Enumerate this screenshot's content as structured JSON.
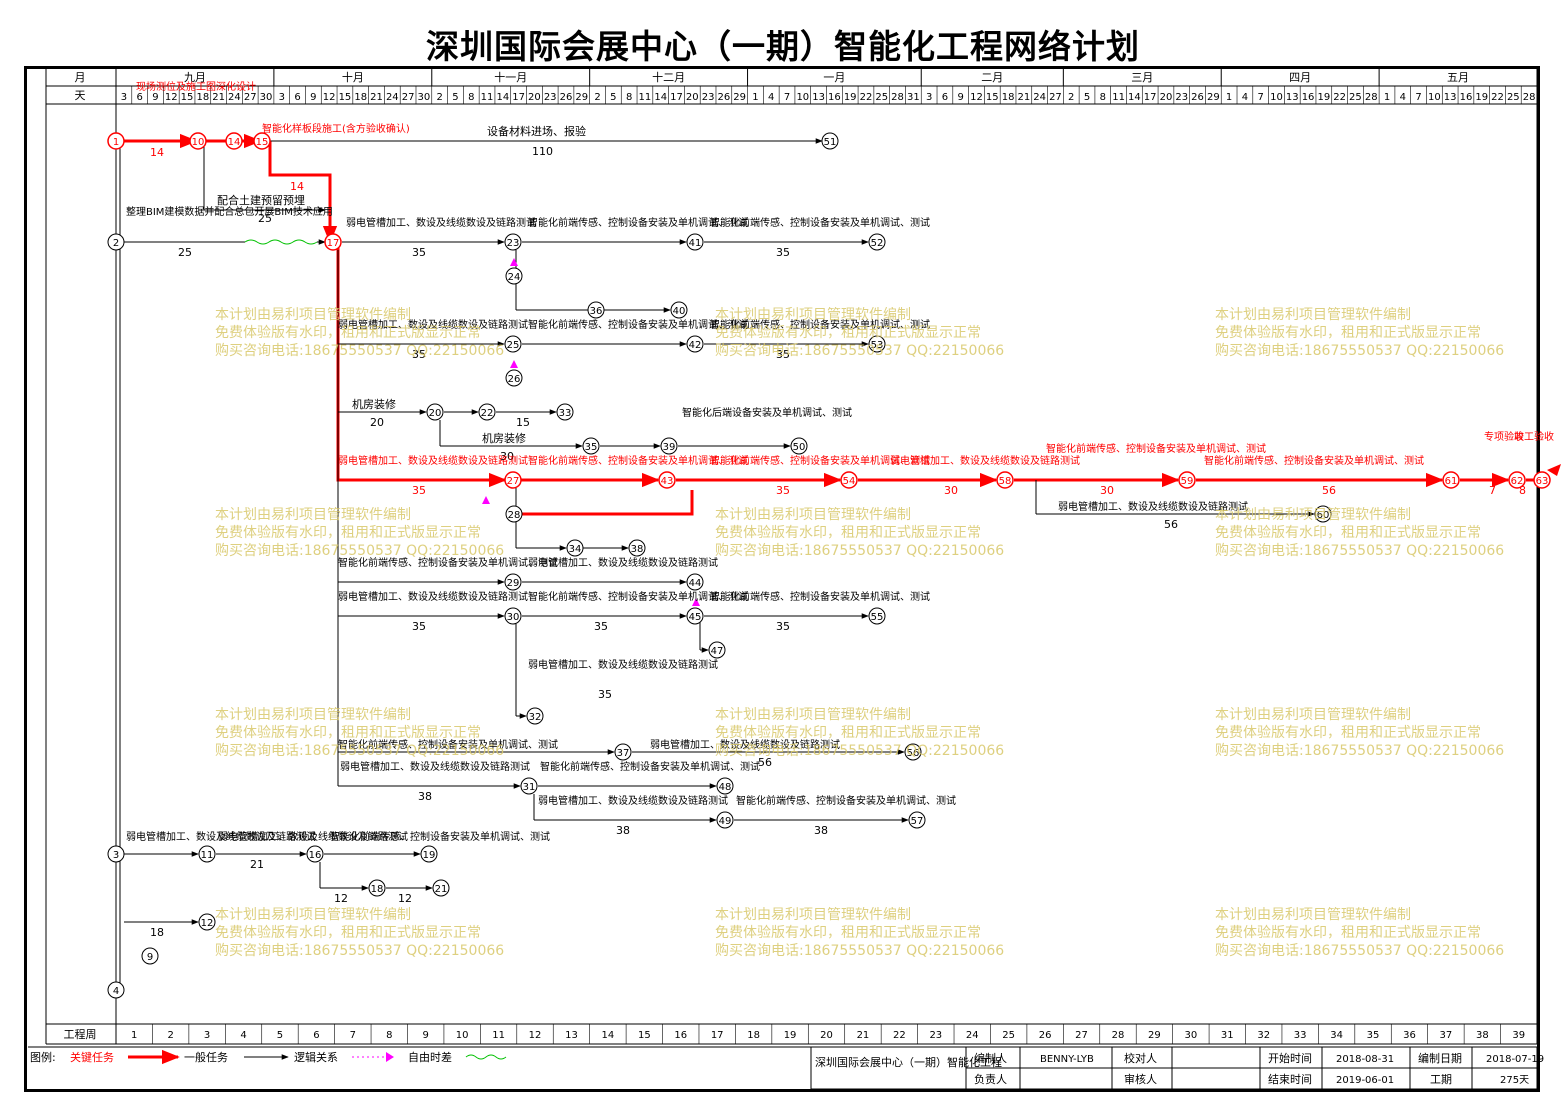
{
  "title": "深圳国际会展中心（一期）智能化工程网络计划",
  "header": {
    "month_label": "月",
    "day_label": "天",
    "months": [
      "九月",
      "十月",
      "十一月",
      "十二月",
      "一月",
      "二月",
      "三月",
      "四月",
      "五月"
    ],
    "days": [
      "3",
      "6",
      "9",
      "12",
      "15",
      "18",
      "21",
      "24",
      "27",
      "30",
      "3",
      "6",
      "9",
      "12",
      "15",
      "18",
      "21",
      "24",
      "27",
      "30",
      "2",
      "5",
      "8",
      "11",
      "14",
      "17",
      "20",
      "23",
      "26",
      "29",
      "2",
      "5",
      "8",
      "11",
      "14",
      "17",
      "20",
      "23",
      "26",
      "29",
      "1",
      "4",
      "7",
      "10",
      "13",
      "16",
      "19",
      "22",
      "25",
      "28",
      "31",
      "3",
      "6",
      "9",
      "12",
      "15",
      "18",
      "21",
      "24",
      "27",
      "2",
      "5",
      "8",
      "11",
      "14",
      "17",
      "20",
      "23",
      "26",
      "29",
      "1",
      "4",
      "7",
      "10",
      "13",
      "16",
      "19",
      "22",
      "25",
      "28",
      "1",
      "4",
      "7",
      "10",
      "13",
      "16",
      "19",
      "22",
      "25",
      "28"
    ]
  },
  "weeks": {
    "label": "工程周",
    "values": [
      "1",
      "2",
      "3",
      "4",
      "5",
      "6",
      "7",
      "8",
      "9",
      "10",
      "11",
      "12",
      "13",
      "14",
      "15",
      "16",
      "17",
      "18",
      "19",
      "20",
      "21",
      "22",
      "23",
      "24",
      "25",
      "26",
      "27",
      "28",
      "29",
      "30",
      "31",
      "32",
      "33",
      "34",
      "35",
      "36",
      "37",
      "38",
      "39"
    ]
  },
  "legend": {
    "label": "图例:",
    "critical": "关键任务",
    "normal": "一般任务",
    "logic": "逻辑关系",
    "free": "自由时差"
  },
  "footer": {
    "project": "深圳国际会展中心（一期）智能化工程",
    "editor_label": "编制人",
    "editor": "BENNY-LYB",
    "checker_label": "校对人",
    "manager_label": "负责人",
    "reviewer_label": "审核人",
    "start_label": "开始时间",
    "start": "2018-08-31",
    "end_label": "结束时间",
    "end": "2019-06-01",
    "date_label": "编制日期",
    "date": "2018-07-19",
    "duration_label": "工期",
    "duration": "275天"
  },
  "watermark": {
    "line1": "本计划由易利项目管理软件编制",
    "line2": "免费体验版有水印，租用和正式版显示正常",
    "line3": "购买咨询电话:18675550537 QQ:22150066"
  },
  "tasks": [
    {
      "text": "现场测位及施工图深化设计",
      "dur": "14",
      "critical": true
    },
    {
      "text": "智能化样板段施工(含方验收确认)",
      "dur": "14",
      "critical": true
    },
    {
      "text": "设备材料进场、报验",
      "dur": "110",
      "critical": false
    },
    {
      "text": "整理BIM建模数据并配合总包开展BIM技术应用",
      "dur": "25",
      "critical": false
    },
    {
      "text": "配合土建预留预埋",
      "dur": "25",
      "critical": false
    },
    {
      "text": "弱电管槽加工、数设及线缆数设及链路测试",
      "dur": "35",
      "critical": false
    },
    {
      "text": "智能化前端传感、控制设备安装及单机调试、测试",
      "dur": "35",
      "critical": false
    },
    {
      "text": "机房装修",
      "dur": "20",
      "critical": false
    },
    {
      "text": "机房装修",
      "dur": "30",
      "critical": false
    },
    {
      "text": "智能化后端设备安装及单机调试、测试",
      "dur": "15",
      "critical": false
    },
    {
      "text": "弱电管槽加工、数设及线缆数设及链路测试",
      "dur": "35",
      "critical": true
    },
    {
      "text": "智能化前端传感、控制设备安装及单机调试、测试",
      "dur": "35",
      "critical": true
    },
    {
      "text": "弱电管槽加工、数设及线缆数设及链路测试",
      "dur": "30",
      "critical": true
    },
    {
      "text": "智能化前端传感、控制设备安装及单机调试、测试",
      "dur": "30",
      "critical": true
    },
    {
      "text": "智能化前端传感、控制设备安装及单机调试、测试",
      "dur": "56",
      "critical": true
    },
    {
      "text": "专项验收",
      "dur": "7",
      "critical": true
    },
    {
      "text": "竣工验收",
      "dur": "8",
      "critical": true
    },
    {
      "text": "弱电管槽加工、数设及线缆数设及链路测试",
      "dur": "56",
      "critical": false
    },
    {
      "text": "弱电管槽加工、数设及线缆数设及链路测试",
      "dur": "38",
      "critical": false
    },
    {
      "text": "智能化前端传感、控制设备安装及单机调试、测试",
      "dur": "38",
      "critical": false
    },
    {
      "text": "弱电管槽加工、数设及线缆数设及链路测试",
      "dur": "21",
      "critical": false
    },
    {
      "text": "弱电管槽加工、数设及线缆数设及链路测试",
      "dur": "18",
      "critical": false
    },
    {
      "text": "智能化前端传感、控制设备安装及单机调试、测试",
      "dur": "12",
      "critical": false
    }
  ],
  "colors": {
    "critical": "#ff0000",
    "normal": "#000000",
    "free": "#ff00ff",
    "float": "#00c000",
    "watermark": "#d9c86a"
  }
}
